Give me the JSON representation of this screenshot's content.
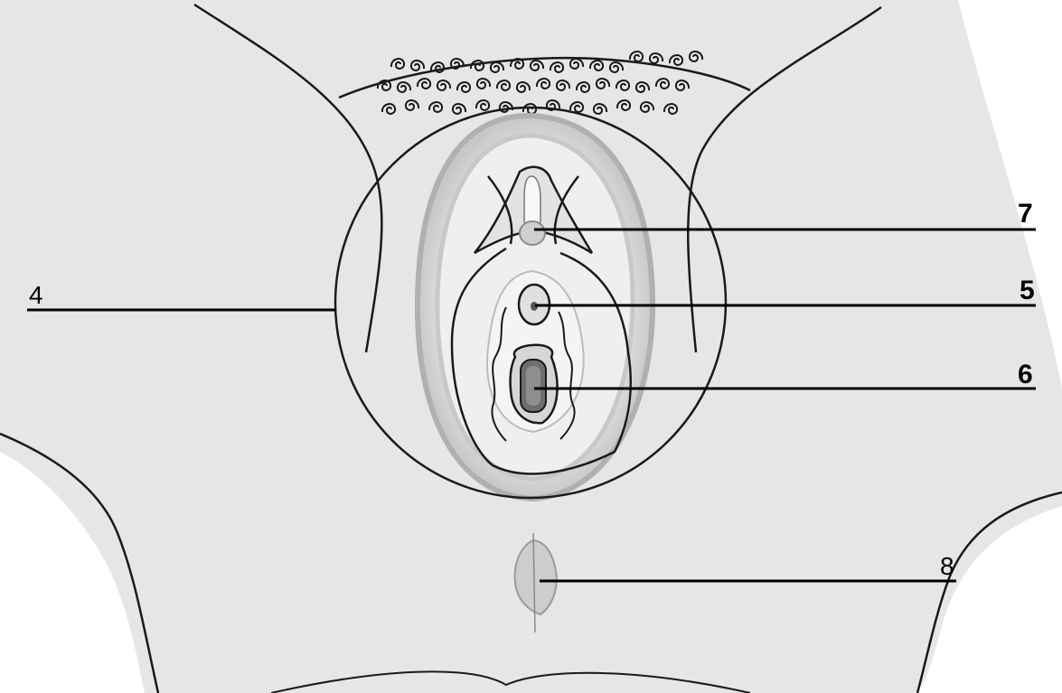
{
  "diagram": {
    "labels": [
      {
        "id": "label-4",
        "text": "4"
      },
      {
        "id": "label-5",
        "text": "5"
      },
      {
        "id": "label-6",
        "text": "6"
      },
      {
        "id": "label-7",
        "text": "7"
      },
      {
        "id": "label-8",
        "text": "8"
      }
    ],
    "colors": {
      "body": "#e6e6e6",
      "outline": "#1a1a1a",
      "tissue_light": "#f1f1f1",
      "tissue_mid": "#c9c9c9",
      "tissue_dark": "#9c9c9c",
      "leader_line": "#000000"
    }
  }
}
